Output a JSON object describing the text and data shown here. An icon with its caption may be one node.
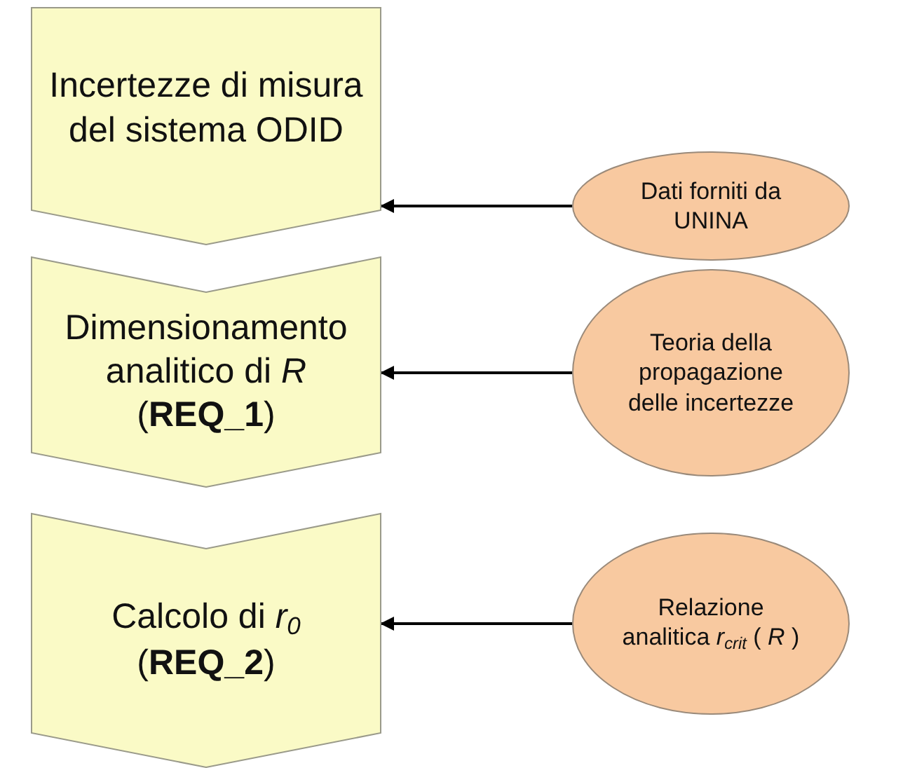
{
  "diagram": {
    "nodes": [
      {
        "text": [
          "Incertezze di misura del sistema ODID"
        ]
      },
      {
        "text": [
          "Dati forniti da UNINA"
        ]
      },
      {
        "text": [
          "Dimensionamento analitico di *R* (**REQ_1**)"
        ]
      },
      {
        "text": [
          "Teoria della propagazione delle incertezze"
        ]
      },
      {
        "text": [
          "Calcolo di *r*$_{0}$ (**REQ_2**)"
        ]
      },
      {
        "text": [
          "Relazione analitica *r*$_{crit}$ ( *R* )"
        ]
      }
    ],
    "edges": [
      {
        "from": 1,
        "to": 0,
        "arrow": "to"
      },
      {
        "from": 3,
        "to": 2,
        "arrow": "to"
      },
      {
        "from": 5,
        "to": 4,
        "arrow": "to"
      }
    ]
  }
}
